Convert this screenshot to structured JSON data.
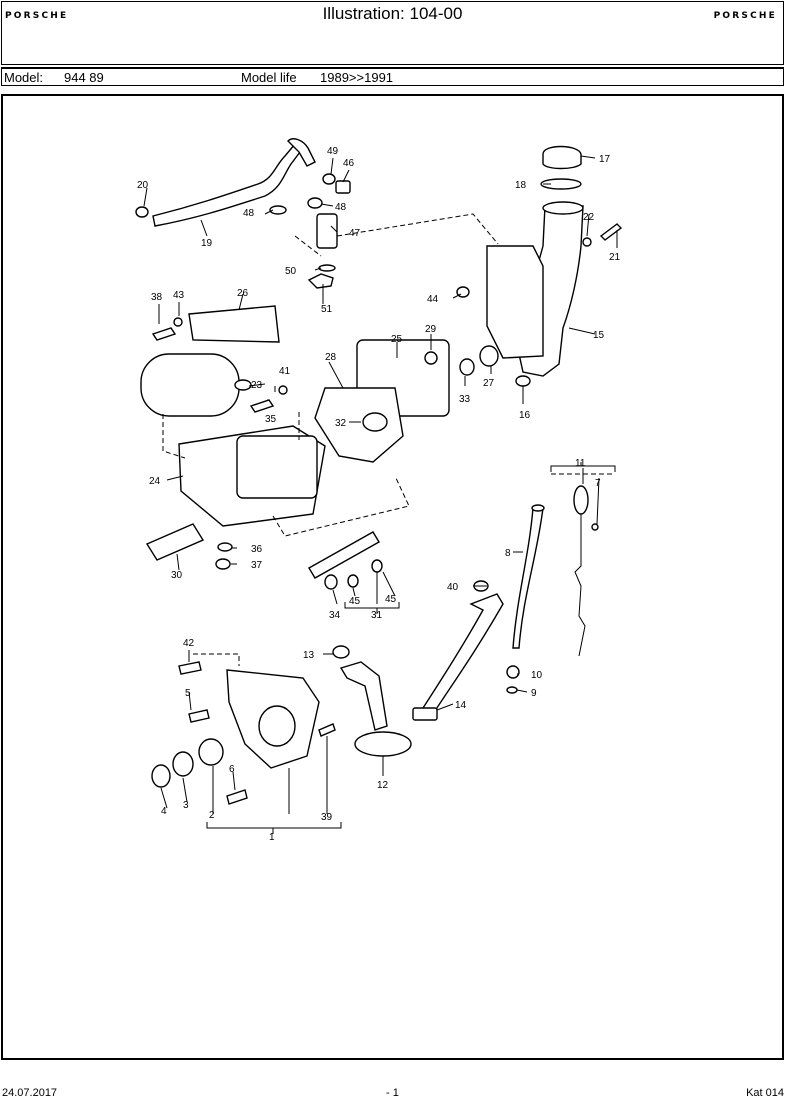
{
  "header": {
    "brand_left": "PORSCHE",
    "brand_right": "PORSCHE",
    "title": "Illustration: 104-00"
  },
  "model_bar": {
    "model_label": "Model:",
    "model_value": "944 89",
    "life_label": "Model life",
    "life_value": "1989>>1991"
  },
  "callouts": [
    "1",
    "2",
    "3",
    "4",
    "5",
    "6",
    "7",
    "8",
    "9",
    "10",
    "11",
    "12",
    "13",
    "14",
    "15",
    "16",
    "17",
    "18",
    "19",
    "20",
    "21",
    "22",
    "23",
    "24",
    "25",
    "26",
    "27",
    "28",
    "29",
    "30",
    "31",
    "32",
    "33",
    "34",
    "35",
    "36",
    "37",
    "38",
    "39",
    "40",
    "41",
    "42",
    "43",
    "44",
    "45",
    "45",
    "46",
    "47",
    "48",
    "48",
    "49",
    "50",
    "51"
  ],
  "footer": {
    "date": "24.07.2017",
    "page": "- 1",
    "catalog": "Kat 014"
  }
}
